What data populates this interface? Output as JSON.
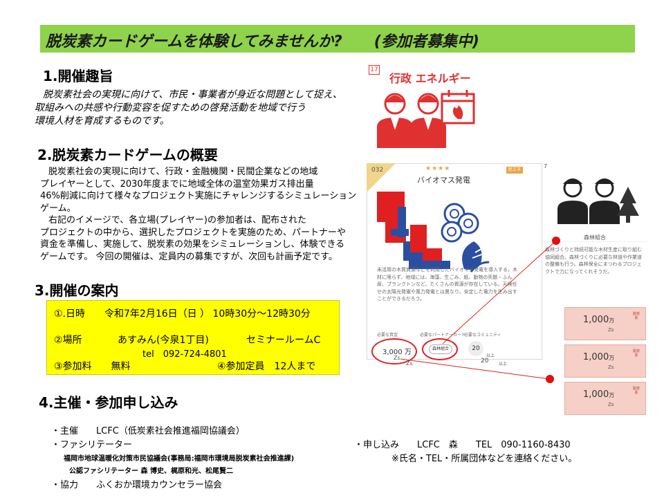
{
  "banner": {
    "title": "脱炭素カードゲームを体験してみませんか?",
    "subtitle": "(参加者募集中)",
    "color": "#8fd24b"
  },
  "section1": {
    "heading": "1.開催趣旨",
    "lines": [
      "脱炭素社会の実現に向けて、市民・事業者が身近な問題として捉え、",
      "取組みへの共感や行動変容を促すための啓発活動を地域で行う",
      "環境人材を育成するものです。"
    ]
  },
  "section2": {
    "heading": "2.脱炭素カードゲームの概要",
    "lines": [
      "脱炭素社会の実現に向けて、行政・金融機関・民間企業などの地域",
      "プレイヤーとして、2030年度までに地域全体の温室効果ガス排出量",
      "46%削減に向けて様々なプロジェクト実施にチャレンジするシミュレーション",
      "ゲーム。",
      "右記のイメージで、各立場(プレイヤー)の参加者は、配布された",
      "プロジェクトの中から、選択したプロジェクトを実施のため、パートナーや",
      "資金を準備し、実施して、脱炭素の効果をシミュレーションし、体験できる",
      "ゲームです。 今回の開催は、定員内の募集ですが、次回も計画予定です。"
    ]
  },
  "section3": {
    "heading": "3.開催の案内",
    "datetime": "①.日時　　令和7年2月16日（日 ） 10時30分～12時30分",
    "place_label": "②場所",
    "place": "あすみん(今泉1丁目)",
    "room": "セミナールームC",
    "tel": "tel　092-724-4801",
    "fee": "③参加料　　無料",
    "capacity": "④参加定員　12人まで",
    "box_color": "#ffff00"
  },
  "section4": {
    "heading": "4.主催・参加申し込み",
    "organizer": "・主催　　LCFC（低炭素社会推進福岡協議会）",
    "facilitator_label": "・ファシリテーター",
    "facilitator_org": "福岡市地球温暖化対策市民協議会(事務局:福岡市環境局脱炭素社会推進課)",
    "facilitators": "公認ファシリテーター 森 博史、梶原和光、松尾賢二",
    "cooperation": "・協力　　ふくおか環境カウンセラー協会",
    "apply": "・申し込み　　LCFC　森　　TEL　090-1160-8430",
    "apply_note": "※氏名・TEL・所属団体などを連絡ください。"
  },
  "card17": {
    "number": "17",
    "title": "行政 エネルギー",
    "accent": "#e03030"
  },
  "card32": {
    "number": "032",
    "stars": "★★★★",
    "badge": "民エネ",
    "title": "バイオマス発電",
    "desc": "未活用の木質資源などを利用したバイオマス発電を導入する。木材に限らず、地域には、海藻、生ごみ、紙、動物の死骸・ふん尿、プランクトンなど、たくさんの資源が存在している。天候任せの太陽光発電や風力発電とは異なり、安定した電力を生み出すことができるだろう。",
    "label_cost": "必要な資金",
    "label_partner": "必要なパートナーカード",
    "label_comm": "必要なコミュニティ",
    "cost": "3,000",
    "cost_unit": "万",
    "cost_zs": "Zs",
    "zs_below": "Zs",
    "partner": "森林組合",
    "community": "20",
    "community_ijo": "以上",
    "community2": "20",
    "community2_ijo": "以上"
  },
  "forest": {
    "number": "7",
    "title": "森林組合",
    "desc": "森林づくりと持続可能な木材生産に取り組む協同組合。森林づくりに必要な林道や作業道の整備も行う。森林保全にまつわるプロジェクトで力になってくれそうだ。"
  },
  "money": [
    {
      "amount": "1,000",
      "unit": "万",
      "zs": "Zs",
      "tag": "脱炭素"
    },
    {
      "amount": "1,000",
      "unit": "万",
      "zs": "Zs",
      "tag": "脱炭素"
    },
    {
      "amount": "1,000",
      "unit": "万",
      "zs": "Zs",
      "tag": "脱炭素"
    }
  ]
}
